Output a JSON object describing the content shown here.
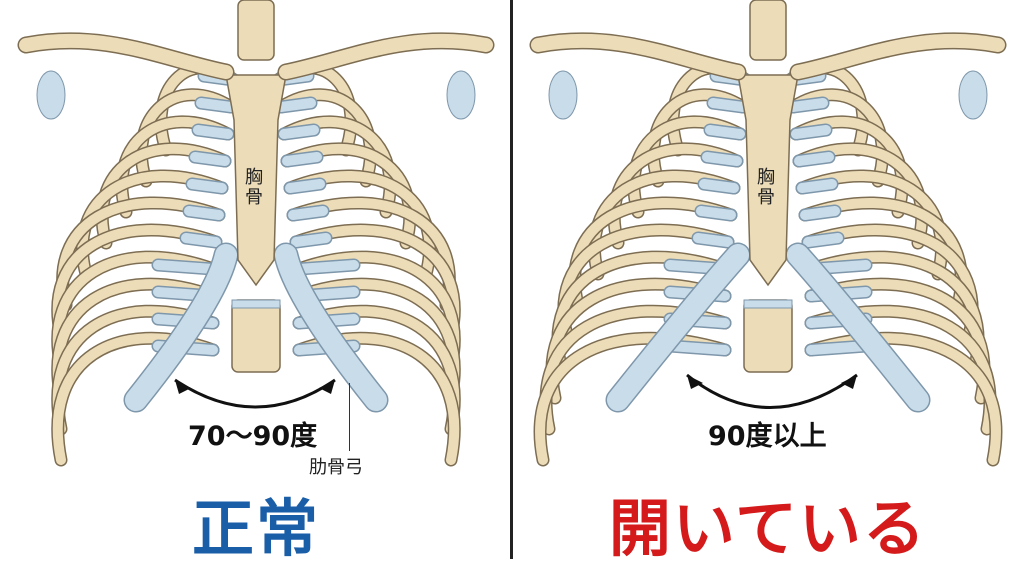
{
  "panels": [
    {
      "sternum_label": "胸骨",
      "sternum_chars": [
        "胸",
        "骨"
      ],
      "angle_label": "70〜90度",
      "costal_arch_label": "肋骨弓",
      "title": "正常",
      "title_color": "#1a5ea8",
      "open": false
    },
    {
      "sternum_label": "胸骨",
      "sternum_chars": [
        "胸",
        "骨"
      ],
      "angle_label": "90度以上",
      "title": "開いている",
      "title_color": "#d41a1a",
      "open": true
    }
  ],
  "colors": {
    "bone": "#ecdcb8",
    "outline": "#7d6d52",
    "cartilage": "#c9dcea",
    "cartilage_outline": "#7e97ab"
  }
}
